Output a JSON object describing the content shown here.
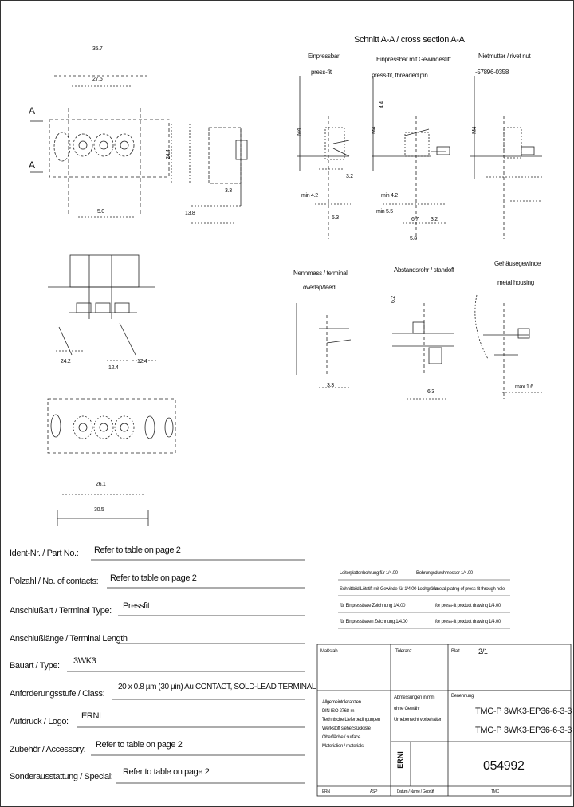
{
  "drawing": {
    "section_title": "Schnitt A-A / cross section A-A",
    "section_marker_top": "A",
    "section_marker_bottom": "A",
    "views": {
      "einpressbar": {
        "line1": "Einpressbar",
        "line2": "press-fit"
      },
      "threaded": {
        "line1": "Einpressbar mit Gewindestift",
        "line2": "press-fit, threaded pin"
      },
      "nietmutter": {
        "line1": "Nietmutter / rivet nut",
        "line2": "-57896-0358"
      },
      "nennmass": {
        "line1": "Nennmass / terminal",
        "line2": "overlap/feed"
      },
      "abstandsrohr": {
        "line1": "Abstandsrohr / standoff"
      },
      "gehaeuse": {
        "line1": "Gehäusegewinde",
        "line2": "metal housing"
      }
    },
    "dims": {
      "top_width": "35.7",
      "top_inner": "27.5",
      "left_len": "13.8",
      "bottom_pitch": "5.0",
      "right_small": "3.3",
      "min_a": "min 4.2",
      "d_a": "5.3",
      "d_b": "3.2",
      "min_b": "min 4.2",
      "min_c": "min 5.5",
      "d_c": "6.7",
      "d_d": "3.2",
      "d_e": "5.8",
      "d_f": "3.3",
      "d_g": "6.3",
      "max_h": "max 1.6",
      "bot_left": "26.1",
      "bot_total": "30.5",
      "side_a": "24.2",
      "side_b": "12.4",
      "side_c": "12.4",
      "side_d": "24.4",
      "thread_a": "M4",
      "thread_b": "M4",
      "thread_c": "M4",
      "tol_a": "4.4",
      "tol_b": "6.2"
    }
  },
  "fields": [
    {
      "label": "Ident-Nr. /",
      "label2": "Part No.:",
      "value": "Refer to table on page 2"
    },
    {
      "label": "Polzahl /",
      "label2": "No. of contacts:",
      "value": "Refer to table on page 2"
    },
    {
      "label": "Anschlußart /",
      "label2": "Terminal Type:",
      "value": "Pressfit"
    },
    {
      "label": "Anschlußlänge /",
      "label2": "Terminal Length",
      "value": ""
    },
    {
      "label": "Bauart /",
      "label2": "Type:",
      "value": "3WK3"
    },
    {
      "label": "Anforderungsstufe /",
      "label2": "Class:",
      "value": "20 x 0.8 µm (30 µin) Au CONTACT, SOLD-LEAD TERMINAL"
    },
    {
      "label": "Aufdruck /",
      "label2": "Logo:",
      "value": "ERNI"
    },
    {
      "label": "Zubehör /",
      "label2": "Accessory:",
      "value": "Refer to table on page 2"
    },
    {
      "label": "Sonderausstattung /",
      "label2": "Special:",
      "value": "Refer to table on page 2"
    }
  ],
  "notes": [
    "Leiterplattenbohrung für 1/4.00",
    "Schnittbild Lötstift mit Gewinde für 1/4.00 Lochgröße",
    "für Einpressbare Zeichnung 1/4.00",
    "für Einpressbaren Zeichnung 1/4.00"
  ],
  "notes_right": [
    "Bohrungsdurchmesser 1/4.00",
    "metal plating of press-fit through hole",
    "for press-fit product drawing 1/4.00",
    "for press-fit product drawing 1/4.00"
  ],
  "titleblock": {
    "scale_label": "Maßstab",
    "tol_label": "Toleranz",
    "sheet_label": "Blatt",
    "sheet_value": "2/1",
    "title_label": "Benennung",
    "title_a": "TMC-P 3WK3-EP36-6-3-3",
    "title_b": "TMC-P 3WK3-EP36-6-3-3",
    "left_notes": [
      "Allgemeintoleranzen",
      "DIN ISO 2768-m",
      "Technische Lieferbedingungen",
      "Werkstoff siehe Stückliste",
      "Oberfläche / surface",
      "Materialien / materials"
    ],
    "middle_notes": [
      "Abmessungen in mm",
      "ohne Gewähr",
      "Urheberrecht vorbehalten"
    ],
    "logo_text": "ERNI",
    "drawing_no": "054992",
    "rev_code": "TMC",
    "footer_left": "ERN",
    "footer_mid": "Datum / Name / Geprüft",
    "footer_right": "ASP"
  }
}
